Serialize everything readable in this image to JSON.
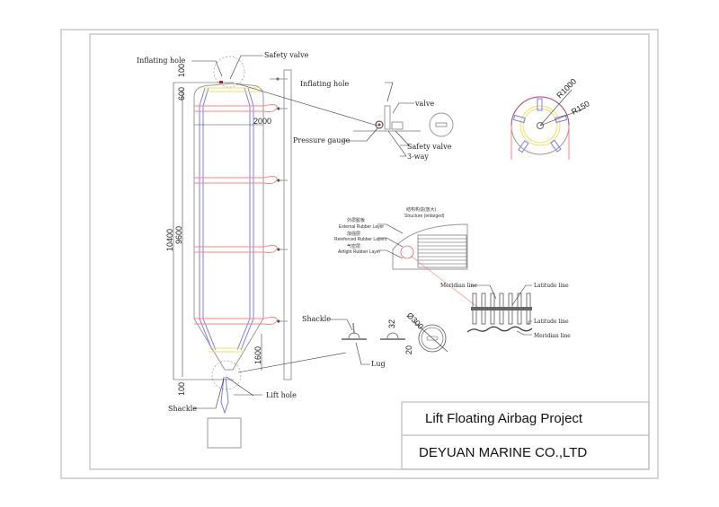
{
  "drawing": {
    "title_block": {
      "project": "Lift Floating Airbag Project",
      "company": "DEYUAN MARINE CO.,LTD"
    },
    "colors": {
      "frame": "#c8c8c8",
      "meridian_blue": "#7b7bff",
      "latitude_red": "#ff8080",
      "seam_yellow": "#f0e060"
    },
    "main_view": {
      "labels": {
        "inflating_hole": "Inflating hole",
        "safety_valve": "Safety valve",
        "lift_hole": "Lift hole",
        "shackle": "Shackle"
      },
      "dimensions": {
        "top_cap": "100",
        "top_head": "600",
        "diameter": "2000",
        "total_length": "10400",
        "body_length": "9600",
        "cone_length": "1600",
        "bottom_cap": "100"
      }
    },
    "valve_detail": {
      "labels": {
        "inflating_hole": "Inflating hole",
        "valve": "valve",
        "pressure_gauge": "Pressure gauge",
        "safety_valve": "Safety valve",
        "three_way": "3-way"
      }
    },
    "section_view": {
      "dimensions": {
        "outer_radius": "R1000",
        "inner_radius": "R150"
      }
    },
    "structure_detail": {
      "title_cn": "结构构造(放大)",
      "title_en": "Structure (enlarged)",
      "layers": [
        {
          "cn": "外层胶板",
          "en": "External Rubber Layer"
        },
        {
          "cn": "加强层",
          "en": "Reinforced Rubber Layers"
        },
        {
          "cn": "气密层",
          "en": "Airtight Rubber Layer"
        }
      ]
    },
    "weave_detail": {
      "labels": {
        "meridian_top": "Meridian line",
        "latitude_top": "Latitude line",
        "latitude_side": "Latitude line",
        "meridian_bottom": "Meridian line"
      }
    },
    "lug_detail": {
      "labels": {
        "shackle": "Shackle",
        "lug": "Lug"
      },
      "dimensions": {
        "height": "32",
        "plate": "20",
        "diameter": "Ø300"
      }
    }
  }
}
